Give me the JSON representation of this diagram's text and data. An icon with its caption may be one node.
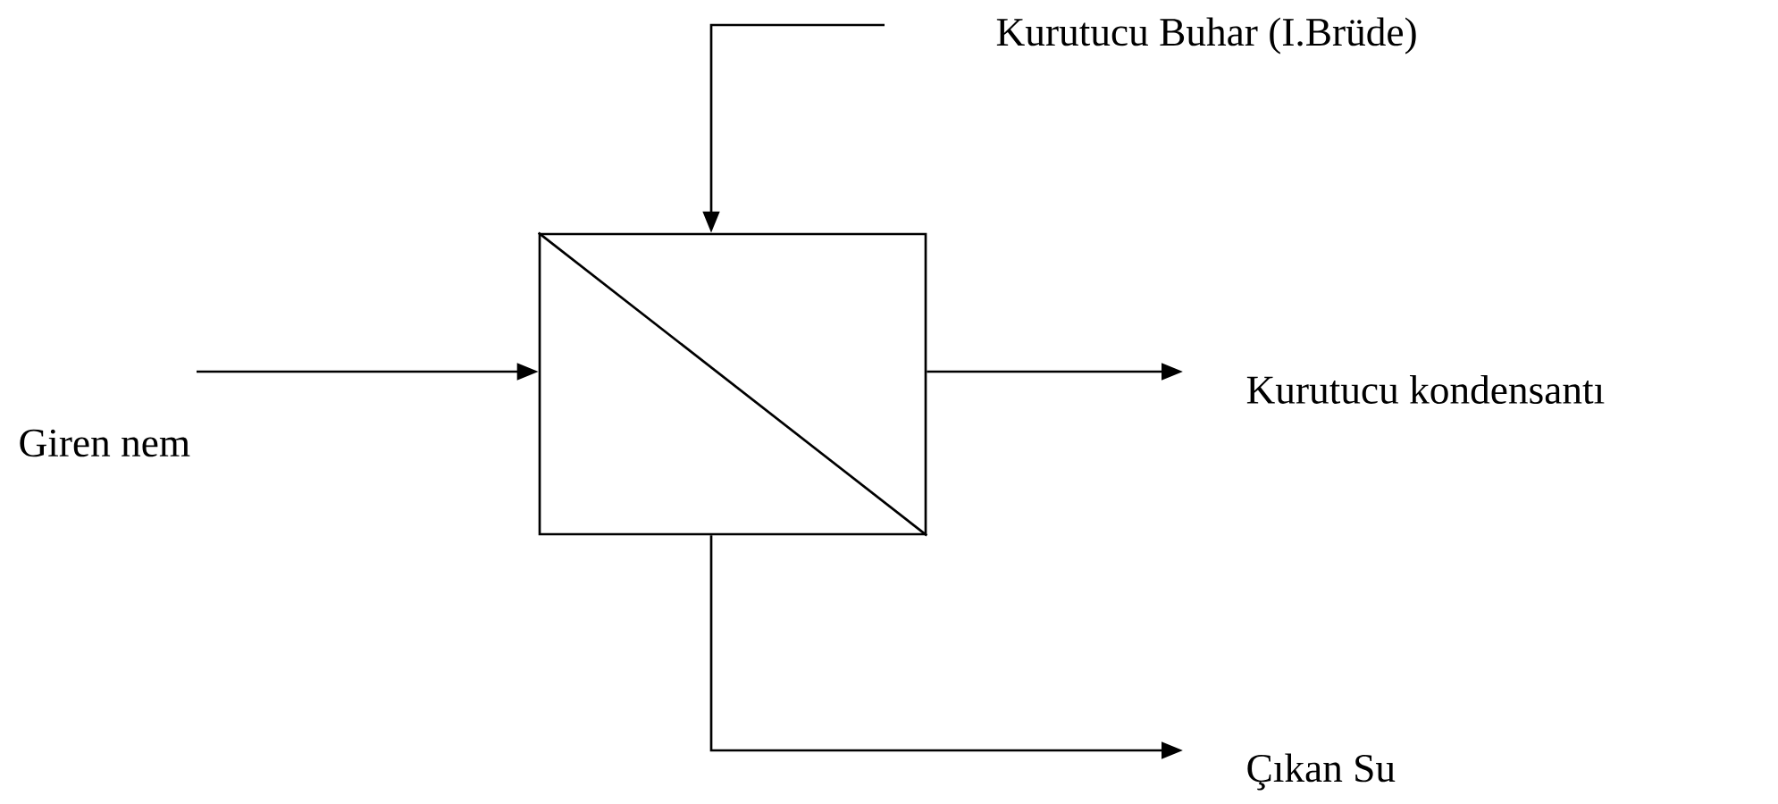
{
  "diagram": {
    "nodes": [
      {
        "text": [
          "Kurutucu Buhar (I.Brüde)"
        ]
      },
      {
        "text": [],
        "shape": "box"
      },
      {
        "text": [
          "Giren nem"
        ]
      },
      {
        "text": [
          "Kurutucu kondensantı"
        ]
      },
      {
        "text": [
          "Çıkan Su"
        ]
      }
    ],
    "edges": [
      {
        "from": 0,
        "to": 1,
        "arrow": "to"
      },
      {
        "from": 2,
        "to": 1,
        "arrow": "to"
      },
      {
        "from": 1,
        "to": 3,
        "arrow": "to"
      },
      {
        "from": 1,
        "to": 4,
        "arrow": "to"
      }
    ]
  }
}
